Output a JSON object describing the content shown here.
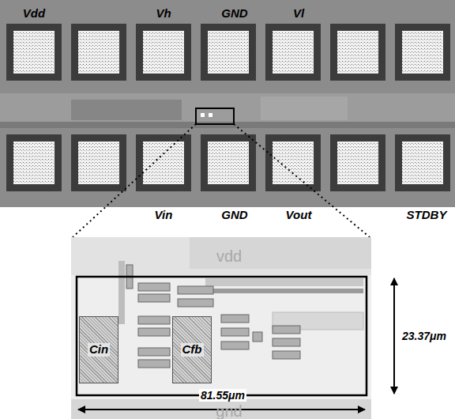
{
  "diagram": {
    "nodes": [
      {
        "text": [
          "Cin"
        ]
      },
      {
        "text": [
          "Cfb"
        ]
      }
    ],
    "labels": [
      "Vdd",
      "Vh",
      "GND",
      "Vl",
      "Vin",
      "GND",
      "Vout",
      "STDBY",
      "vdd",
      "gnd",
      "23.37μm",
      "81.55μm"
    ]
  }
}
